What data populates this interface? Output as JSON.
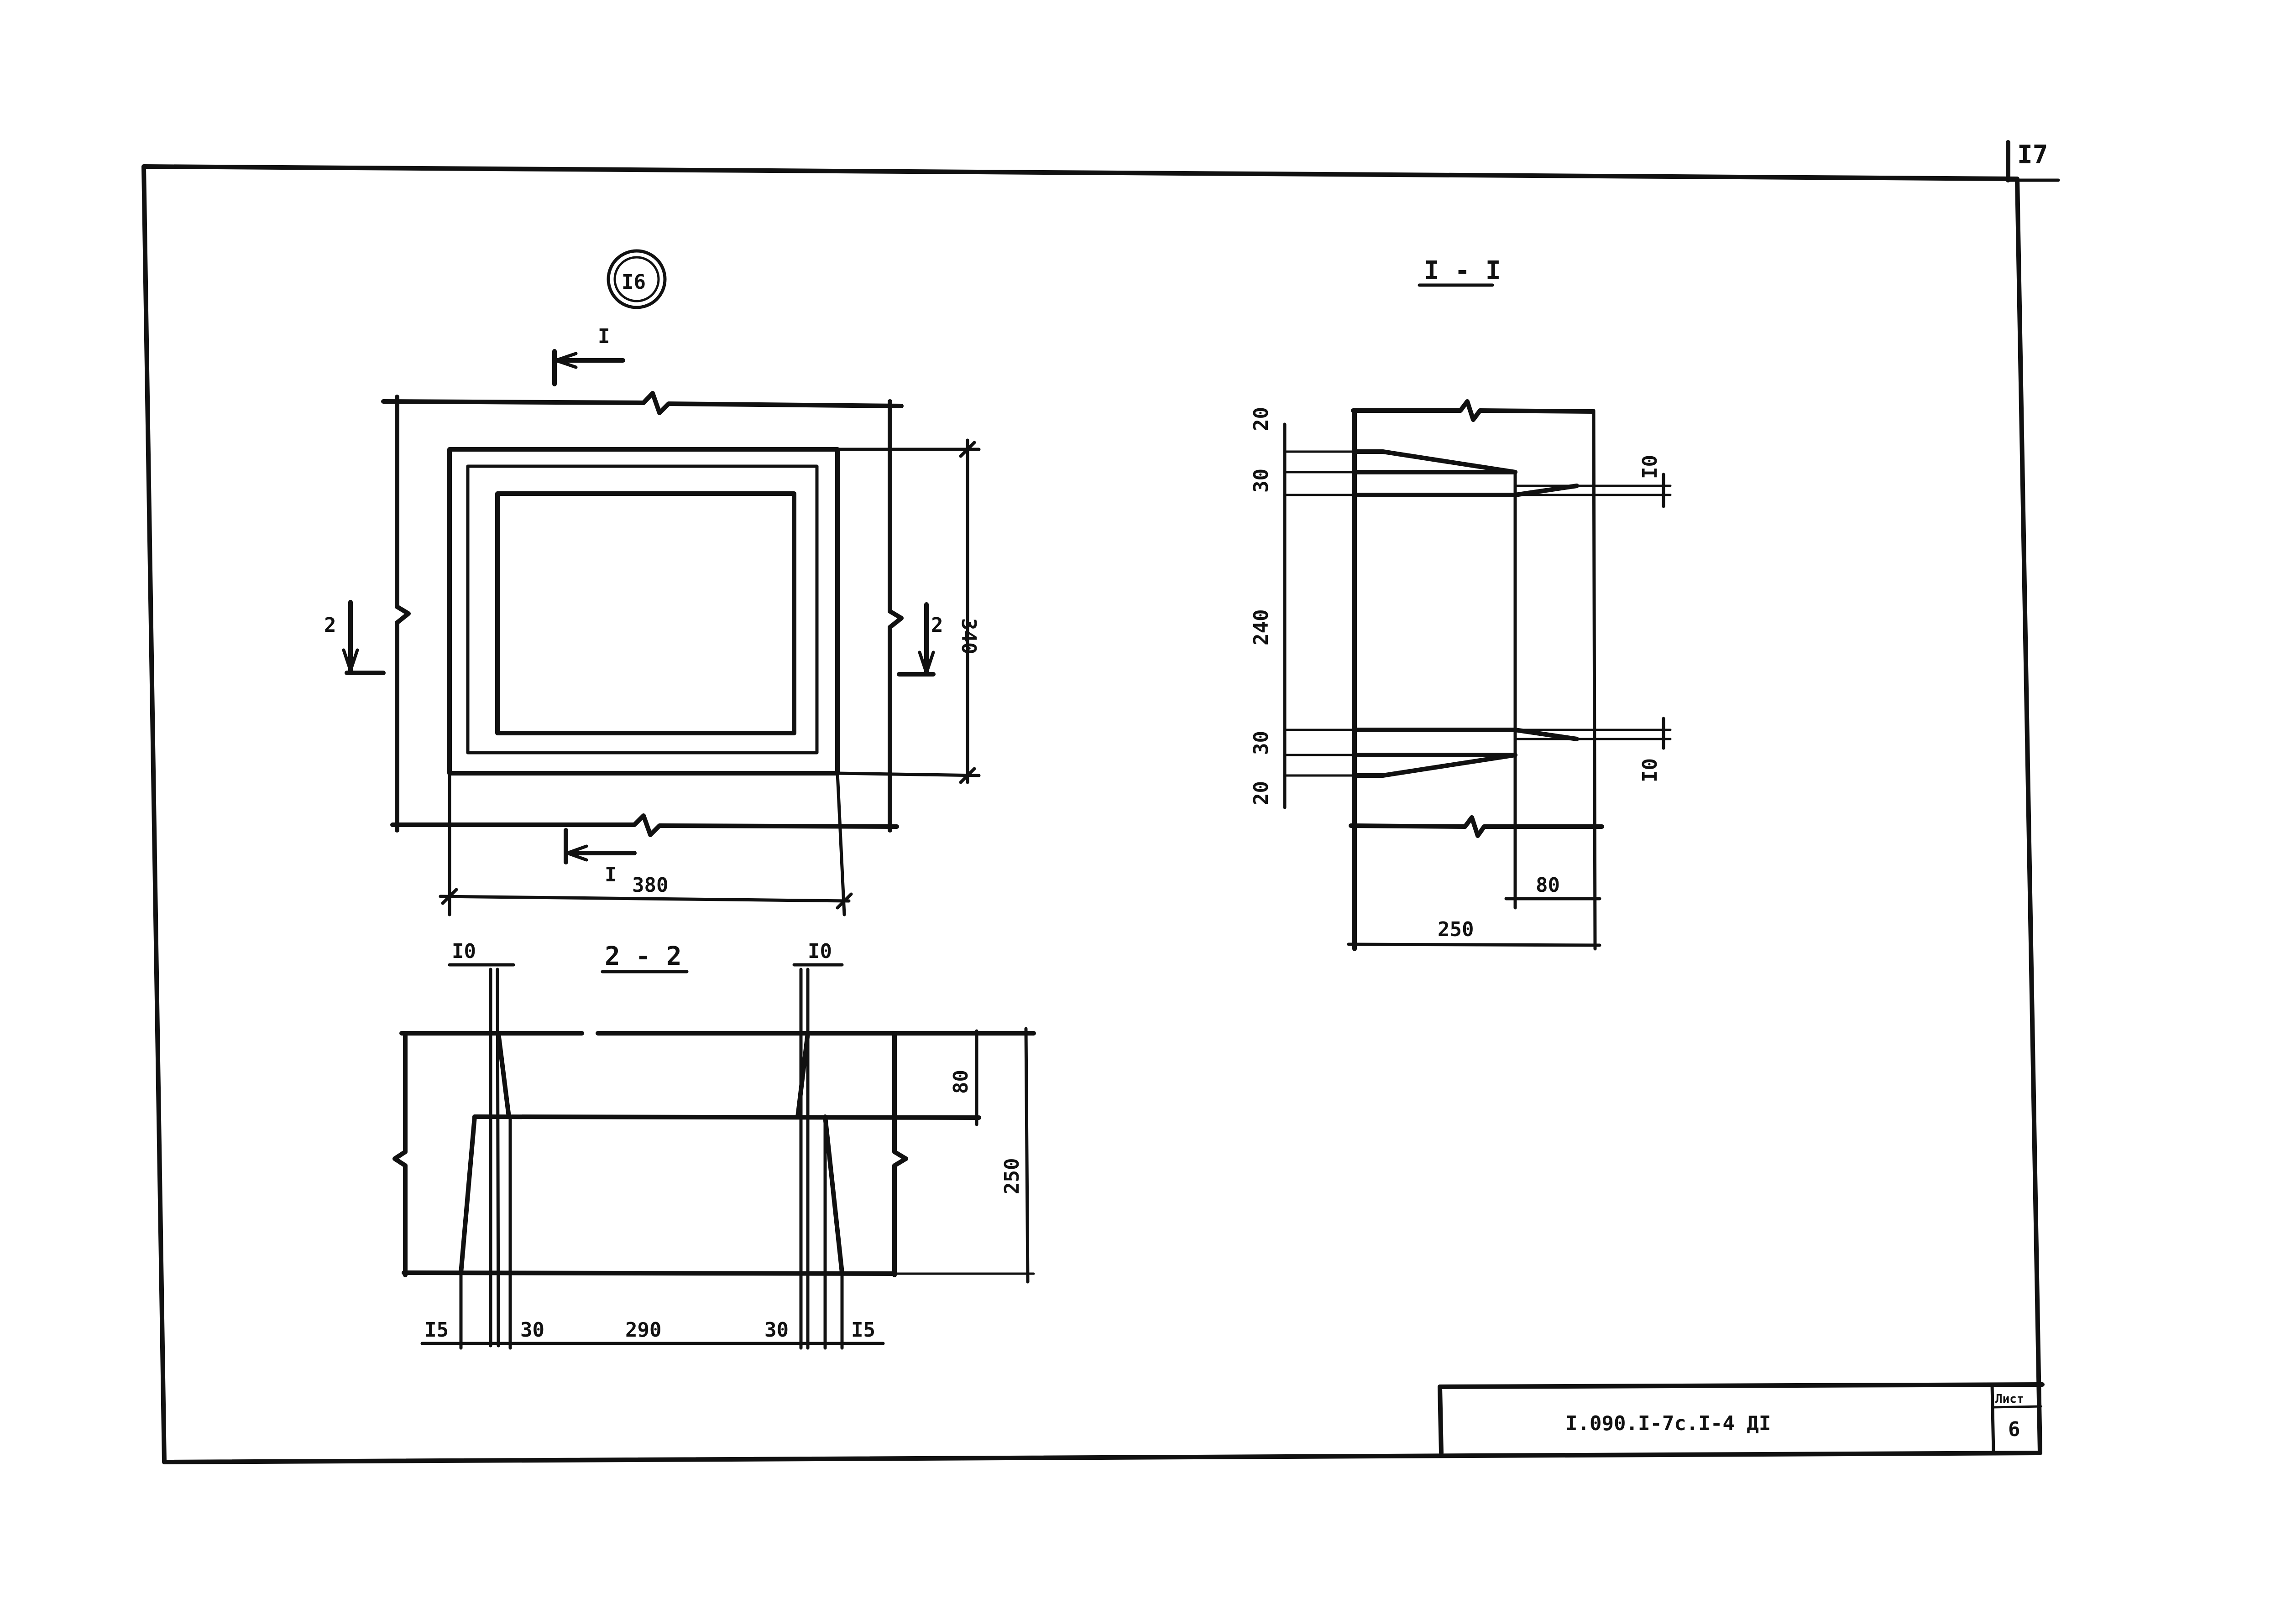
{
  "sheet": {
    "top_number": "I7",
    "designation": "I.090.I-7c.I-4 ДI",
    "sheet_label": "Лист",
    "sheet_number": "6"
  },
  "plan": {
    "mark": "I6",
    "section_cut_1": "I",
    "section_cut_2": "2",
    "dim_width": "380",
    "dim_height": "340"
  },
  "section_1_1": {
    "title": "I - I",
    "dims": {
      "top_20": "20",
      "top_30": "30",
      "mid_240": "240",
      "bot_30": "30",
      "bot_20": "20",
      "right_top_10": "I0",
      "right_bot_10": "I0",
      "width_80": "80",
      "width_250": "250"
    }
  },
  "section_2_2": {
    "title": "2 - 2",
    "dims": {
      "top_left_10": "I0",
      "top_right_10": "I0",
      "height_80": "80",
      "height_250": "250",
      "bot_15_left": "I5",
      "bot_30_left": "30",
      "bot_290": "290",
      "bot_30_right": "30",
      "bot_15_right": "I5"
    }
  }
}
